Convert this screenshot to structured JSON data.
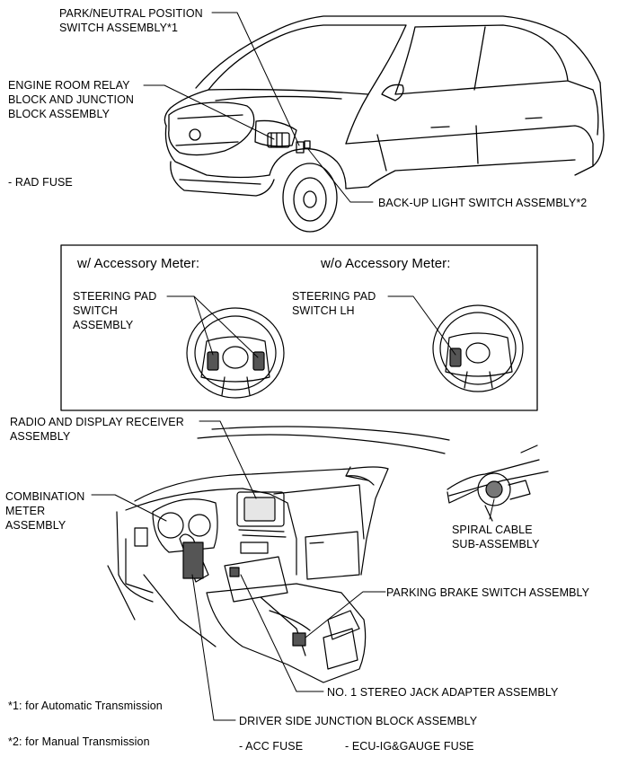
{
  "labels": {
    "park_neutral": [
      "PARK/NEUTRAL POSITION",
      "SWITCH ASSEMBLY*1"
    ],
    "engine_room_relay": [
      "ENGINE ROOM RELAY",
      "BLOCK AND JUNCTION",
      "BLOCK ASSEMBLY"
    ],
    "rad_fuse": "- RAD FUSE",
    "backup_light": "BACK-UP LIGHT SWITCH ASSEMBLY*2",
    "steering_pad_switch": [
      "STEERING PAD",
      "SWITCH",
      "ASSEMBLY"
    ],
    "steering_pad_switch_lh": [
      "STEERING PAD",
      "SWITCH LH"
    ],
    "radio_display": [
      "RADIO AND DISPLAY RECEIVER",
      "ASSEMBLY"
    ],
    "combination_meter": [
      "COMBINATION",
      "METER",
      "ASSEMBLY"
    ],
    "spiral_cable": [
      "SPIRAL CABLE",
      "SUB-ASSEMBLY"
    ],
    "parking_brake": "PARKING BRAKE SWITCH ASSEMBLY",
    "stereo_jack": "NO. 1 STEREO JACK ADAPTER ASSEMBLY",
    "driver_side_jb": "DRIVER SIDE JUNCTION BLOCK ASSEMBLY",
    "acc_fuse": "- ACC FUSE",
    "ecu_ig_fuse": "- ECU-IG&GAUGE FUSE"
  },
  "inset": {
    "with_meter_title": "w/ Accessory Meter:",
    "without_meter_title": "w/o Accessory Meter:"
  },
  "footnotes": {
    "note1": "*1: for Automatic Transmission",
    "note2": "*2: for Manual Transmission"
  }
}
